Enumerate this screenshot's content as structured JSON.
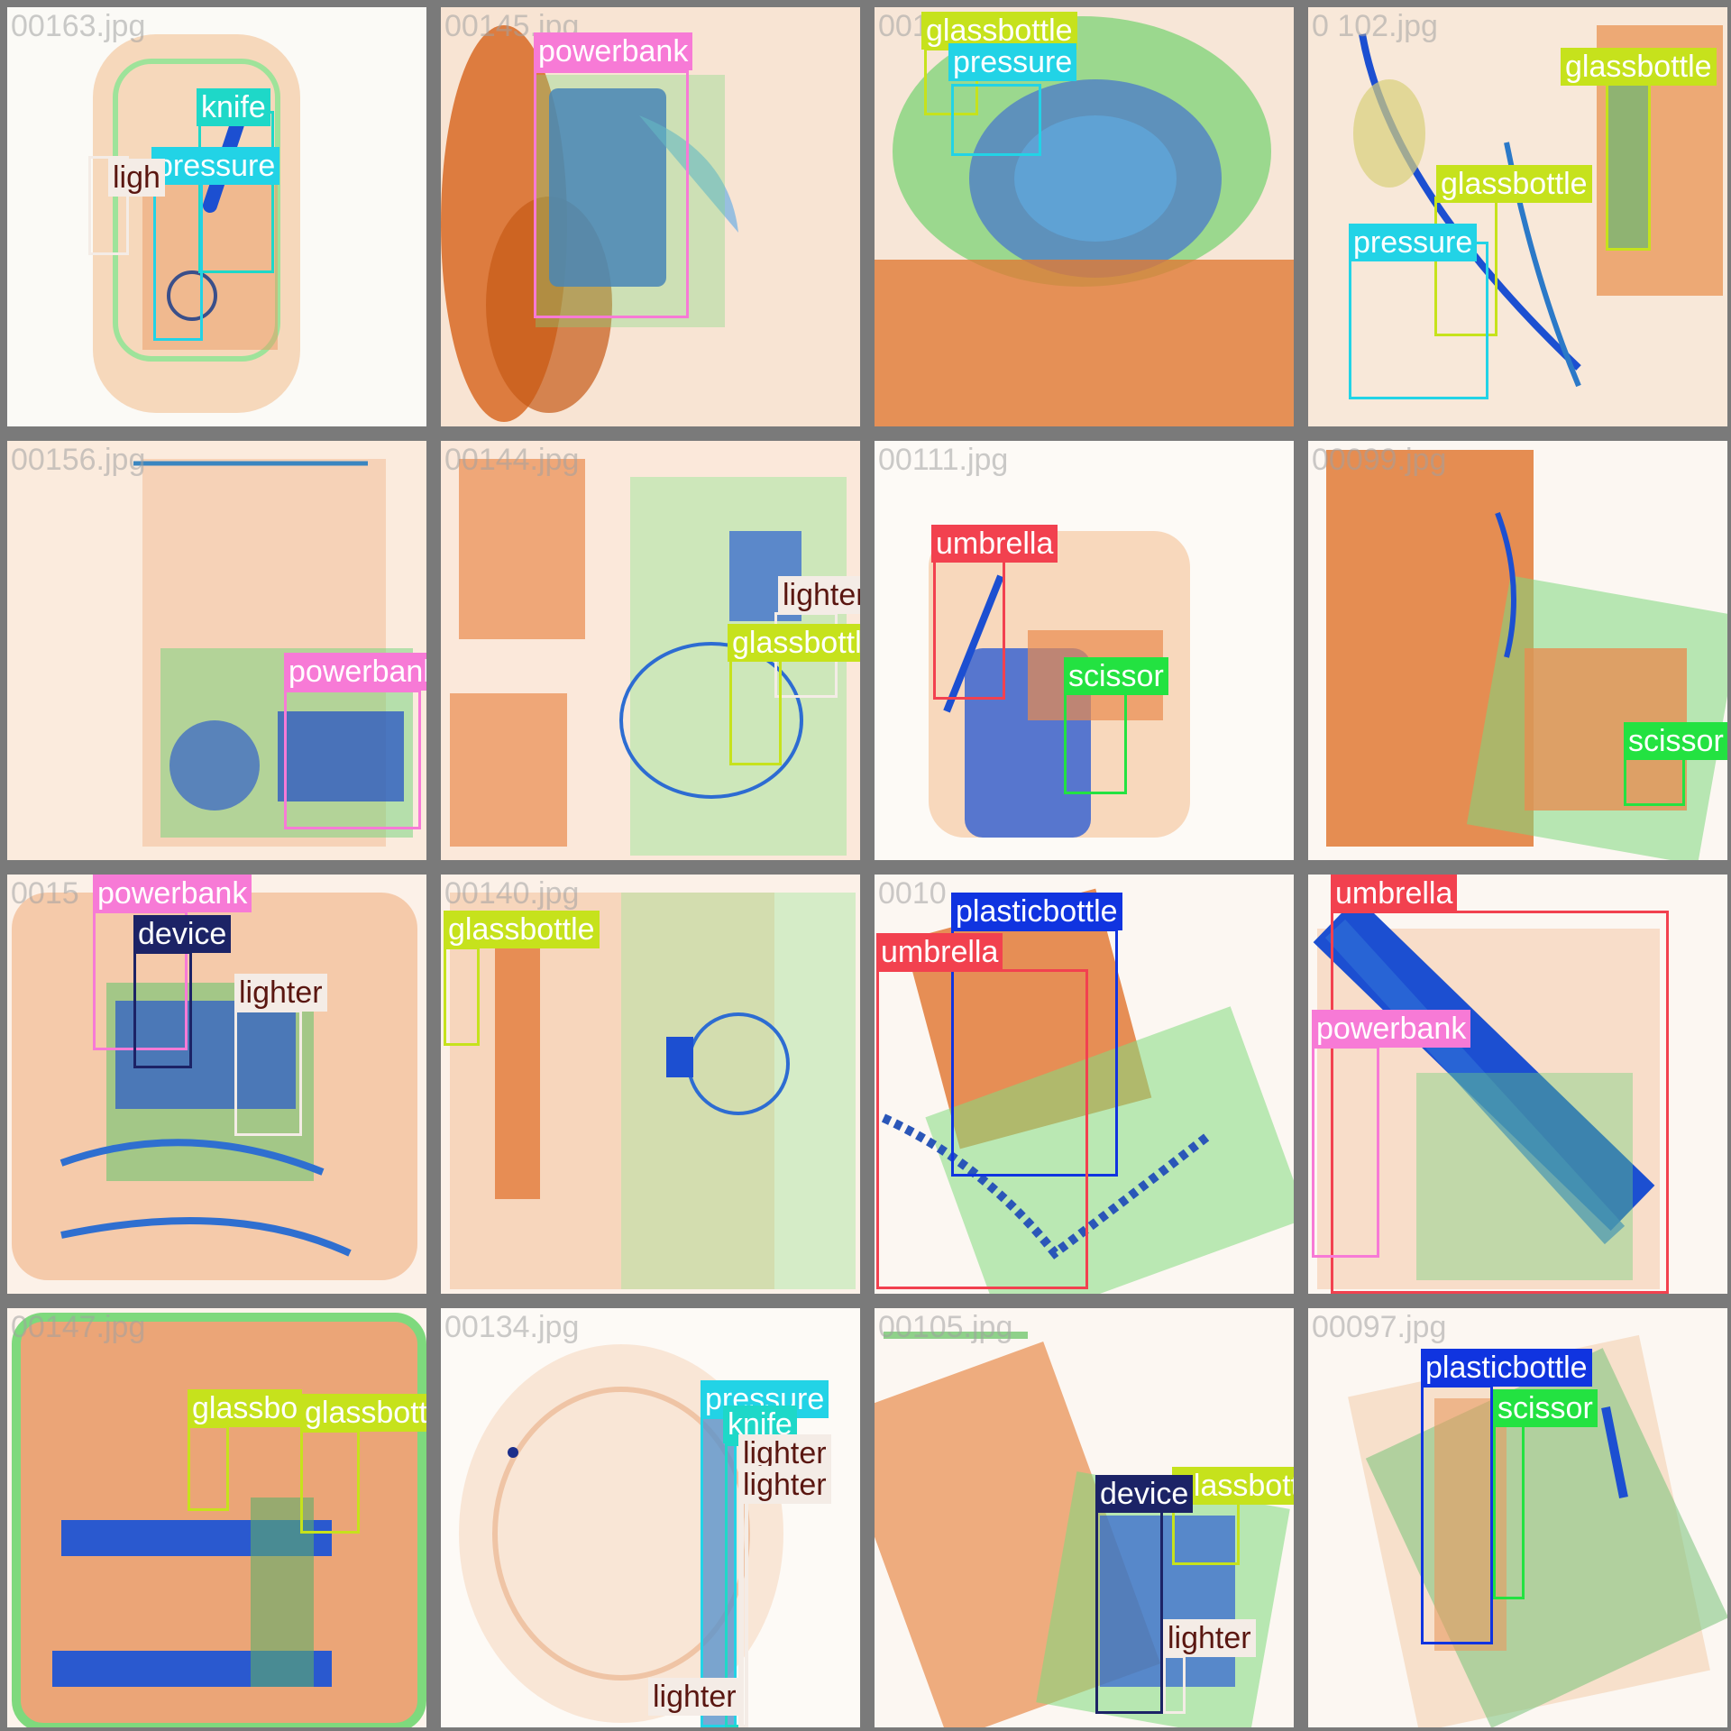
{
  "classes": {
    "knife": {
      "color": "#1ed8c8",
      "text": "#ffffff"
    },
    "pressure": {
      "color": "#22d3e6",
      "text": "#ffffff"
    },
    "lighter": {
      "color": "#f4ece6",
      "text": "#5a1610"
    },
    "powerbank": {
      "color": "#f77ad6",
      "text": "#ffffff"
    },
    "glassbottle": {
      "color": "#c6e21c",
      "text": "#ffffff"
    },
    "umbrella": {
      "color": "#f2414f",
      "text": "#ffffff"
    },
    "scissor": {
      "color": "#23e241",
      "text": "#ffffff"
    },
    "device": {
      "color": "#1c2366",
      "text": "#ffffff"
    },
    "plasticbottle": {
      "color": "#1034e0",
      "text": "#ffffff"
    }
  },
  "tiles": [
    {
      "filename": "00163.jpg",
      "detections": [
        "knife",
        "pressure",
        "lighter"
      ]
    },
    {
      "filename": "00145.jpg",
      "detections": [
        "powerbank"
      ]
    },
    {
      "filename": "001",
      "detections": [
        "glassbottle",
        "pressure"
      ]
    },
    {
      "filename": "0 102.jpg",
      "detections": [
        "glassbottle",
        "glassbottle",
        "pressure"
      ]
    },
    {
      "filename": "00156.jpg",
      "detections": [
        "powerbank"
      ]
    },
    {
      "filename": "00144.jpg",
      "detections": [
        "lighter",
        "glassbottle"
      ]
    },
    {
      "filename": "00111.jpg",
      "detections": [
        "umbrella",
        "scissor"
      ]
    },
    {
      "filename": "00099.jpg",
      "detections": [
        "scissor"
      ]
    },
    {
      "filename": "0015",
      "detections": [
        "powerbank",
        "device",
        "lighter"
      ]
    },
    {
      "filename": "00140.jpg",
      "detections": [
        "glassbottle"
      ]
    },
    {
      "filename": "0010",
      "detections": [
        "plasticbottle",
        "umbrella"
      ]
    },
    {
      "filename": "",
      "detections": [
        "umbrella",
        "powerbank"
      ]
    },
    {
      "filename": "00147.jpg",
      "detections": [
        "glassbottle",
        "glassbottle"
      ]
    },
    {
      "filename": "00134.jpg",
      "detections": [
        "pressure",
        "knife",
        "lighter",
        "lighter",
        "lighter"
      ]
    },
    {
      "filename": "00105.jpg",
      "detections": [
        "glassbottle",
        "device",
        "lighter"
      ]
    },
    {
      "filename": "00097.jpg",
      "detections": [
        "plasticbottle",
        "scissor"
      ]
    }
  ],
  "labels": {
    "t0": [
      "knife",
      "pressure",
      "ligh"
    ],
    "t1": [
      "powerbank"
    ],
    "t2": [
      "glassbottle",
      "pressure"
    ],
    "t3": [
      "glassbottle",
      "glassbottle",
      "pressure"
    ],
    "t4": [
      "powerbank"
    ],
    "t5": [
      "lighter",
      "glassbottle"
    ],
    "t6": [
      "umbrella",
      "scissor"
    ],
    "t7": [
      "scissor"
    ],
    "t8": [
      "powerbank",
      "device",
      "lighter"
    ],
    "t9": [
      "glassbottle"
    ],
    "t10": [
      "plasticbottle",
      "umbrella"
    ],
    "t11": [
      "umbrella",
      "powerbank"
    ],
    "t12": [
      "glassbo",
      "glassbottle"
    ],
    "t13": [
      "pressure",
      "knife",
      "lighter",
      "lighter",
      "lighter"
    ],
    "t14": [
      "glassbottle",
      "device",
      "lighter"
    ],
    "t15": [
      "plasticbottle",
      "scissor"
    ]
  }
}
